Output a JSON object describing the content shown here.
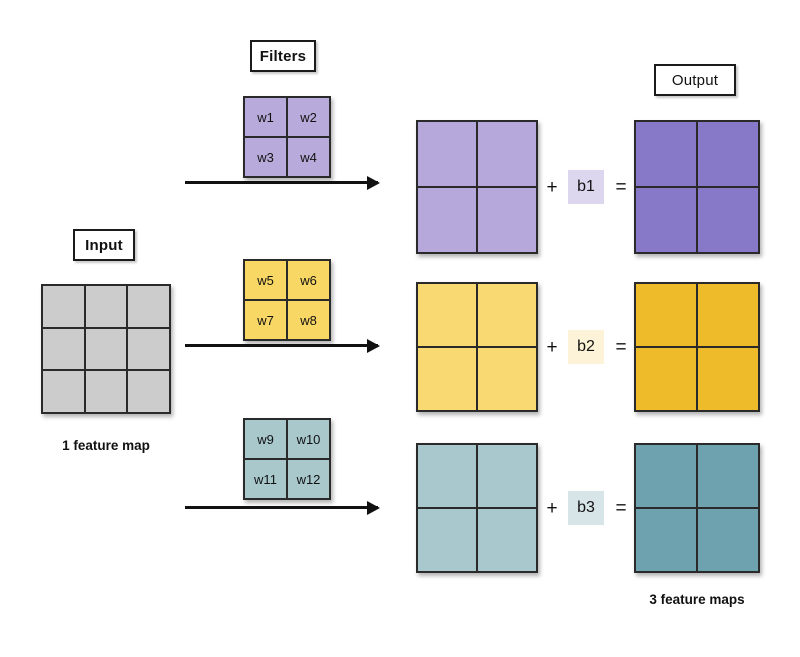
{
  "diagram": {
    "title_labels": {
      "filters": "Filters",
      "input": "Input",
      "output": "Output"
    },
    "captions": {
      "input": "1 feature map",
      "output": "3 feature maps"
    },
    "operators": {
      "plus": "+",
      "equals": "="
    },
    "colors": {
      "input_cell": "#cccccc",
      "filter_purple": "#b8aada",
      "filter_yellow": "#f8d765",
      "filter_teal": "#a8c8cc",
      "feature_purple": "#b7a8dc",
      "feature_yellow": "#f9da72",
      "feature_teal": "#a9c8cd",
      "output_purple": "#8878c8",
      "output_yellow": "#eebc2b",
      "output_teal": "#6ea2ae",
      "bias_purple": "#ddd6ef",
      "bias_yellow": "#fcf3d9",
      "bias_teal": "#d7e4e8",
      "border": "#2a2a2a",
      "text": "#111111"
    },
    "input_map": {
      "rows": 3,
      "cols": 3,
      "cells": [
        "",
        "",
        "",
        "",
        "",
        "",
        "",
        "",
        ""
      ]
    },
    "filters": [
      {
        "name": "filter-1",
        "weights": [
          "w1",
          "w2",
          "w3",
          "w4"
        ],
        "bias": "b1"
      },
      {
        "name": "filter-2",
        "weights": [
          "w5",
          "w6",
          "w7",
          "w8"
        ],
        "bias": "b2"
      },
      {
        "name": "filter-3",
        "weights": [
          "w9",
          "w10",
          "w11",
          "w12"
        ],
        "bias": "b3"
      }
    ],
    "feature_maps": [
      {
        "name": "feature-map-1",
        "cells": [
          "",
          "",
          "",
          ""
        ]
      },
      {
        "name": "feature-map-2",
        "cells": [
          "",
          "",
          "",
          ""
        ]
      },
      {
        "name": "feature-map-3",
        "cells": [
          "",
          "",
          "",
          ""
        ]
      }
    ],
    "output_maps": [
      {
        "name": "output-map-1",
        "cells": [
          "",
          "",
          "",
          ""
        ]
      },
      {
        "name": "output-map-2",
        "cells": [
          "",
          "",
          "",
          ""
        ]
      },
      {
        "name": "output-map-3",
        "cells": [
          "",
          "",
          "",
          ""
        ]
      }
    ]
  }
}
